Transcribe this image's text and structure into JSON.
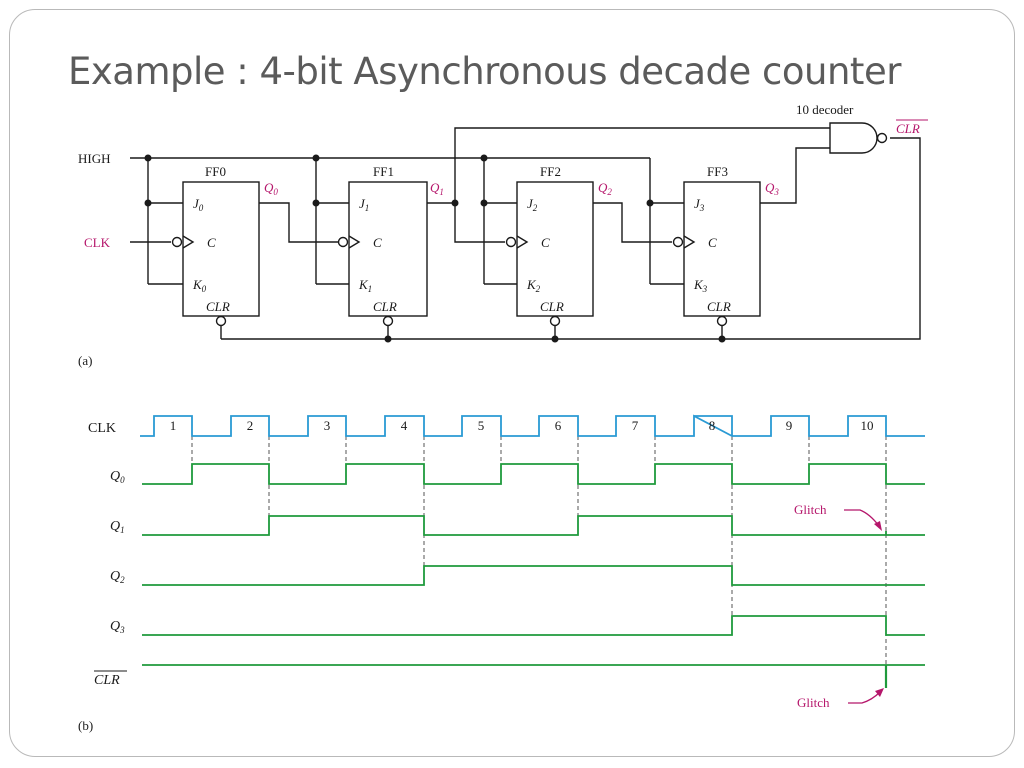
{
  "slide": {
    "title": "Example : 4-bit Asynchronous decade counter"
  },
  "circuit": {
    "panel_label": "(a)",
    "high_label": "HIGH",
    "clk_label": "CLK",
    "decoder_label": "10 decoder",
    "decoder_output_label": "CLR",
    "flip_flops": [
      {
        "name": "FF0",
        "j": "J",
        "k": "K",
        "sub": "0",
        "c": "C",
        "clr": "CLR",
        "q": "Q",
        "q_sub": "0"
      },
      {
        "name": "FF1",
        "j": "J",
        "k": "K",
        "sub": "1",
        "c": "C",
        "clr": "CLR",
        "q": "Q",
        "q_sub": "1"
      },
      {
        "name": "FF2",
        "j": "J",
        "k": "K",
        "sub": "2",
        "c": "C",
        "clr": "CLR",
        "q": "Q",
        "q_sub": "2"
      },
      {
        "name": "FF3",
        "j": "J",
        "k": "K",
        "sub": "3",
        "c": "C",
        "clr": "CLR",
        "q": "Q",
        "q_sub": "3"
      }
    ]
  },
  "timing": {
    "panel_label": "(b)",
    "clock_pulses": [
      "1",
      "2",
      "3",
      "4",
      "5",
      "6",
      "7",
      "8",
      "9",
      "10"
    ],
    "signals": [
      {
        "label": "CLK",
        "sub": ""
      },
      {
        "label": "Q",
        "sub": "0"
      },
      {
        "label": "Q",
        "sub": "1"
      },
      {
        "label": "Q",
        "sub": "2"
      },
      {
        "label": "Q",
        "sub": "3"
      },
      {
        "label": "CLR",
        "sub": ""
      }
    ],
    "glitch_label_top": "Glitch",
    "glitch_label_bottom": "Glitch"
  },
  "colors": {
    "wire": "#1a1a1a",
    "magenta": "#b5166b",
    "clock": "#2a9ad4",
    "signal": "#1f9a3c"
  }
}
